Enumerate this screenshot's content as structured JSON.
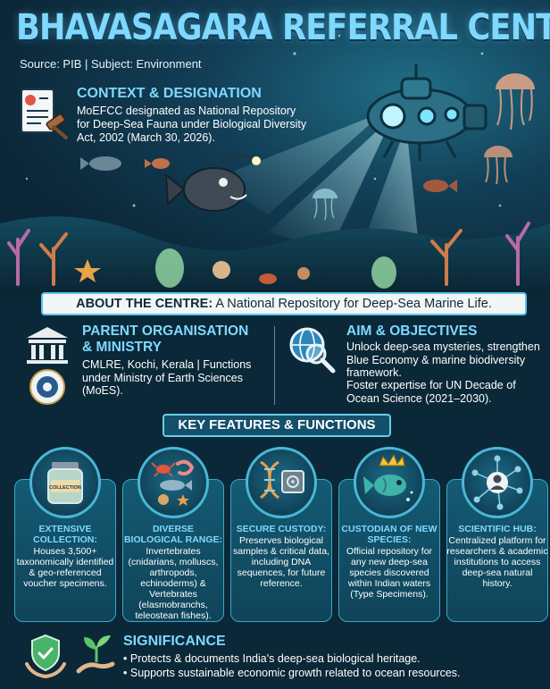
{
  "header": {
    "title": "BHAVASAGARA REFERRAL CENTRE",
    "subtitle": "Source: PIB | Subject: Environment"
  },
  "context": {
    "heading": "CONTEXT & DESIGNATION",
    "text": "MoEFCC designated as National Repository for Deep-Sea Fauna under Biological Diversity Act, 2002 (March 30, 2026).",
    "icon": "legal-document-gavel-icon"
  },
  "about": {
    "label": "ABOUT THE CENTRE:",
    "text": " A National Repository for Deep-Sea Marine Life."
  },
  "parent": {
    "heading_line1": "PARENT ORGANISATION",
    "heading_line2": "& MINISTRY",
    "text": "CMLRE, Kochi, Kerala | Functions under Ministry of Earth Sciences (MoES).",
    "icons": [
      "government-building-icon",
      "ministry-emblem-icon"
    ]
  },
  "aim": {
    "heading": "AIM & OBJECTIVES",
    "text1": "Unlock deep-sea mysteries, strengthen Blue Economy & marine biodiversity framework.",
    "text2": "Foster expertise for UN Decade of Ocean Science (2021–2030).",
    "icon": "globe-magnifier-icon"
  },
  "key_features": {
    "heading": "KEY FEATURES & FUNCTIONS",
    "items": [
      {
        "title": "EXTENSIVE COLLECTION:",
        "text": "Houses 3,500+ taxonomically identified & geo-referenced voucher specimens.",
        "icon": "specimen-jar-icon",
        "jar_label": "COLLECTION"
      },
      {
        "title": "DIVERSE BIOLOGICAL RANGE:",
        "text": "Invertebrates (cnidarians, molluscs, arthropods, echinoderms) & Vertebrates (elasmobranchs, teleostean fishes).",
        "icon": "marine-animals-icon"
      },
      {
        "title": "SECURE CUSTODY:",
        "text": "Preserves biological samples & critical data, including DNA sequences, for future reference.",
        "icon": "dna-safe-icon"
      },
      {
        "title": "CUSTODIAN OF NEW SPECIES:",
        "text": "Official repository for any new deep-sea species discovered within Indian waters (Type Specimens).",
        "icon": "crowned-fish-icon"
      },
      {
        "title": "SCIENTIFIC HUB:",
        "text": "Centralized platform for researchers & academic institutions to access deep-sea natural history.",
        "icon": "scientist-network-icon"
      }
    ]
  },
  "significance": {
    "heading": "SIGNIFICANCE",
    "points": [
      "Protects & documents India's deep-sea biological heritage.",
      "Supports sustainable economic growth related to ocean resources."
    ],
    "icons": [
      "shield-hands-icon",
      "seedling-hand-icon"
    ]
  },
  "colors": {
    "background": "#0b2838",
    "heading_accent": "#7fd8ff",
    "border_accent": "#49b7d8",
    "card_fill": "#145a73"
  }
}
